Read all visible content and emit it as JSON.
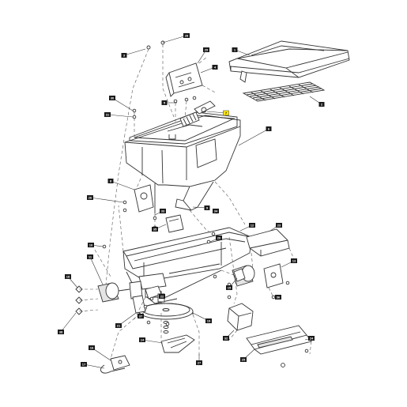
{
  "callouts": [
    {
      "id": "c-7",
      "label": "7",
      "highlight": true
    },
    {
      "id": "c-1",
      "label": "1",
      "highlight": false
    },
    {
      "id": "c-2",
      "label": "2",
      "highlight": false
    },
    {
      "id": "c-3",
      "label": "3",
      "highlight": false
    },
    {
      "id": "c-4",
      "label": "4",
      "highlight": false
    },
    {
      "id": "c-5",
      "label": "5",
      "highlight": false
    },
    {
      "id": "c-6",
      "label": "6",
      "highlight": false
    },
    {
      "id": "c-8",
      "label": "8",
      "highlight": false
    },
    {
      "id": "c-9",
      "label": "9",
      "highlight": false
    },
    {
      "id": "c-10",
      "label": "10",
      "highlight": false
    },
    {
      "id": "c-11",
      "label": "11",
      "highlight": false
    },
    {
      "id": "c-12",
      "label": "12",
      "highlight": false
    },
    {
      "id": "c-13",
      "label": "13",
      "highlight": false
    },
    {
      "id": "c-14",
      "label": "14",
      "highlight": false
    },
    {
      "id": "c-15",
      "label": "15",
      "highlight": false
    },
    {
      "id": "c-16",
      "label": "16",
      "highlight": false
    },
    {
      "id": "c-17",
      "label": "17",
      "highlight": false
    },
    {
      "id": "c-18",
      "label": "18",
      "highlight": false
    },
    {
      "id": "c-19",
      "label": "19",
      "highlight": false
    },
    {
      "id": "c-20",
      "label": "20",
      "highlight": false
    },
    {
      "id": "c-21",
      "label": "21",
      "highlight": false
    },
    {
      "id": "c-22",
      "label": "22",
      "highlight": false
    },
    {
      "id": "c-23",
      "label": "23",
      "highlight": false
    },
    {
      "id": "c-24",
      "label": "24",
      "highlight": false
    },
    {
      "id": "c-25",
      "label": "25",
      "highlight": false
    },
    {
      "id": "c-26",
      "label": "26",
      "highlight": false
    },
    {
      "id": "c-27",
      "label": "27",
      "highlight": false
    },
    {
      "id": "c-28",
      "label": "28",
      "highlight": false
    },
    {
      "id": "c-29",
      "label": "29",
      "highlight": false
    },
    {
      "id": "c-30",
      "label": "30",
      "highlight": false
    },
    {
      "id": "c-31",
      "label": "31",
      "highlight": false
    },
    {
      "id": "c-32",
      "label": "32",
      "highlight": false
    },
    {
      "id": "c-33",
      "label": "33",
      "highlight": false
    },
    {
      "id": "c-34",
      "label": "34",
      "highlight": false
    },
    {
      "id": "c-35",
      "label": "35",
      "highlight": false
    },
    {
      "id": "c-36",
      "label": "36",
      "highlight": false
    },
    {
      "id": "c-37",
      "label": "37",
      "highlight": false
    },
    {
      "id": "c-38",
      "label": "38",
      "highlight": false
    }
  ]
}
